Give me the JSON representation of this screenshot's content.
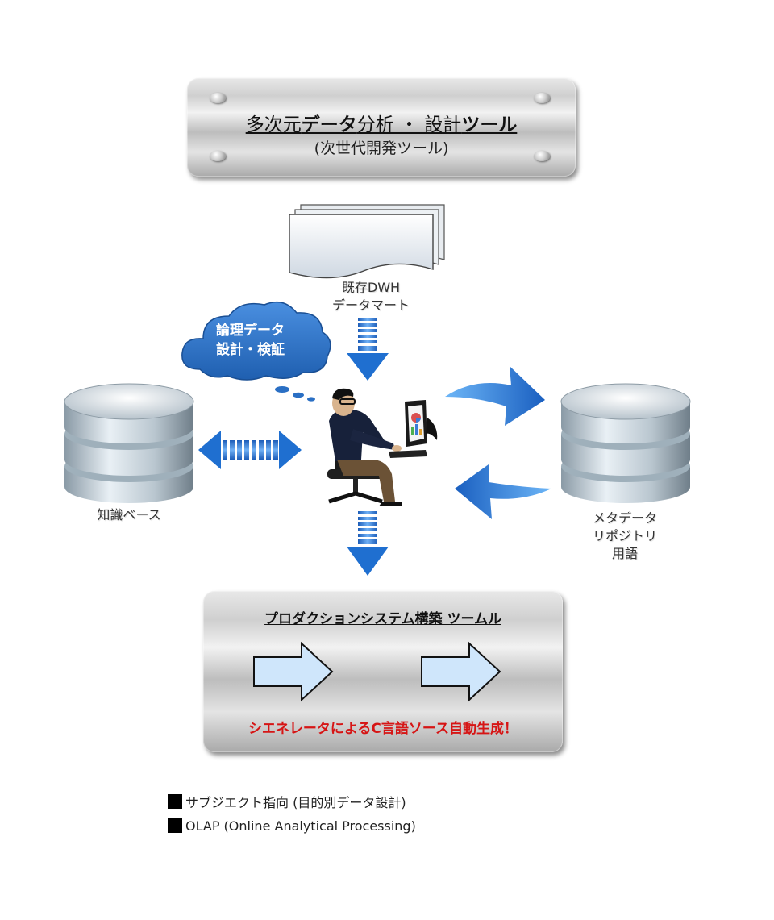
{
  "top_panel": {
    "title_part1": "多次元",
    "title_part2": "データ",
    "title_part3": "分析 ・ 設計",
    "title_part4": "ツール",
    "subtitle": "(次世代開発ツール)"
  },
  "dwh": {
    "line1": "既存DWH",
    "line2": "データマート"
  },
  "cloud": {
    "line1": "論理データ",
    "line2": "設計・検証"
  },
  "knowledge_base": {
    "label": "知識ベース"
  },
  "metadata": {
    "line1": "メタデータ",
    "line2": "リポジトリ",
    "line3": "用語"
  },
  "bottom_panel": {
    "title": "プロダクションシステム構築 ツームル",
    "tagline": "シエネレータによるC言語ソース自動生成！"
  },
  "legend": {
    "item1": "サブジエクト指向 (目的別データ設計)",
    "item2": "OLAP (Online Analytical Processing)"
  },
  "colors": {
    "arrow_blue": "#1f6fd0",
    "cloud_blue": "#2a6fc4",
    "red_text": "#d61515"
  }
}
